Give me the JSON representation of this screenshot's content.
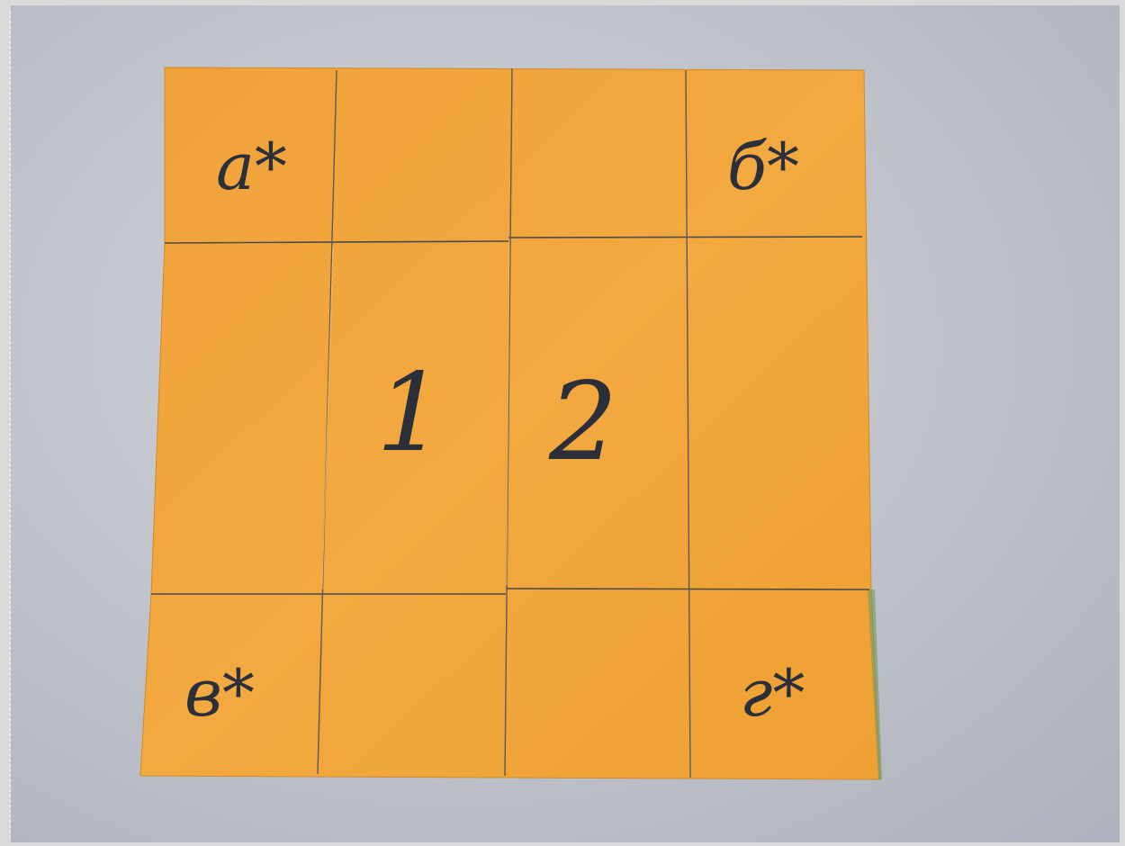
{
  "cells": {
    "top_left": "a*",
    "top_right": "б*",
    "center_left": "1",
    "center_right": "2",
    "bottom_left": "в*",
    "bottom_right": "г*"
  },
  "colors": {
    "paper": "#f0a43a",
    "ink_lines": "#4a4a4a",
    "background": "#c4c6cd"
  }
}
